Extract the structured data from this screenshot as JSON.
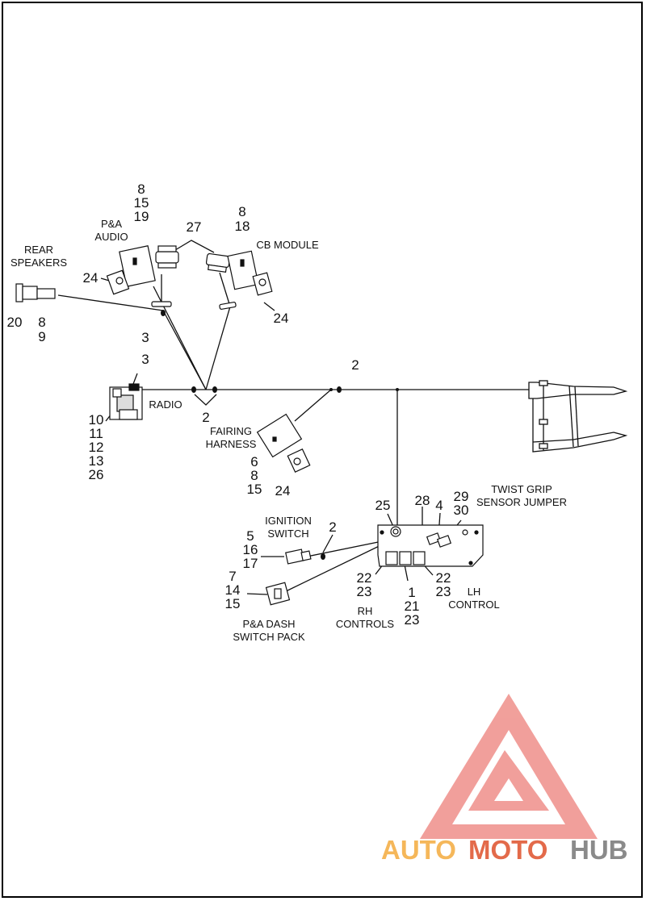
{
  "callouts": {
    "rear_speakers": {
      "title": "REAR\nSPEAKERS",
      "nums_a": "20",
      "nums_b": "8\n9"
    },
    "pa_audio": {
      "nums": "8\n15\n19",
      "title": "P&A\nAUDIO",
      "n24": "24"
    },
    "connectors_27": "27",
    "cb_module": {
      "nums": "8\n18",
      "title": "CB MODULE",
      "n24": "24"
    },
    "n3_top": "3",
    "n3_radio": "3",
    "radio": {
      "title": "RADIO",
      "nums": "10\n11\n12\n13\n26"
    },
    "n2_left": "2",
    "n2_mid": "2",
    "fairing": {
      "title": "FAIRING\nHARNESS",
      "nums": "6\n8\n15",
      "n24": "24"
    },
    "twist_grip": {
      "title": "TWIST GRIP\nSENSOR JUMPER",
      "nums": "29\n30"
    },
    "n25": "25",
    "n28": "28",
    "n4": "4",
    "ignition": {
      "title": "IGNITION\nSWITCH",
      "nums": "5\n16\n17",
      "n2": "2"
    },
    "dash": {
      "nums": "7\n14\n15",
      "title": "P&A DASH\nSWITCH PACK"
    },
    "rh_left": "22\n23",
    "center": "1\n21\n23",
    "rh_right": "22\n23",
    "rh_controls": "RH\nCONTROLS",
    "lh_control": "LH\nCONTROL"
  },
  "watermark": {
    "part1": "AUTO",
    "part2": "MOTO",
    "part3": "HUB"
  },
  "colors": {
    "line": "#111111",
    "logo_red": "#ef8f8a",
    "brand_orange": "#f5b75a",
    "brand_red": "#e36a4a",
    "brand_gray": "#8a8a8a"
  }
}
